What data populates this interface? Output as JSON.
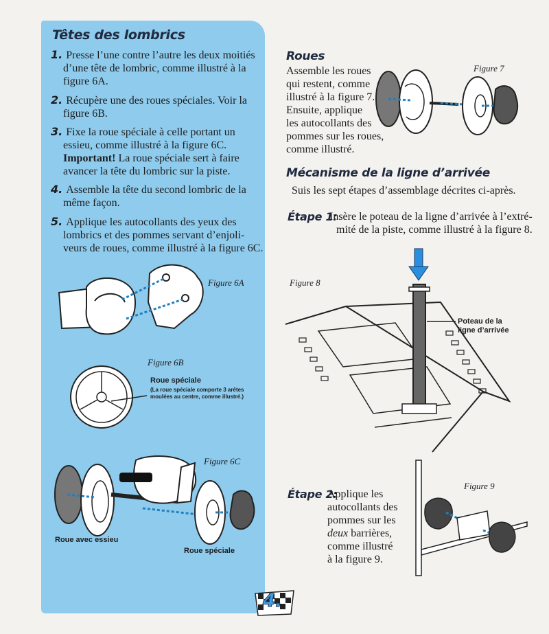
{
  "left": {
    "title": "Têtes des lombrics",
    "steps": [
      {
        "num": "1.",
        "lines": [
          "Presse l’une contre l’autre les deux moitiés",
          "d’une tête de lombric, comme illustré à la",
          "figure 6A."
        ]
      },
      {
        "num": "2.",
        "lines": [
          "Récupère une des roues spéciales. Voir la",
          "figure 6B."
        ]
      },
      {
        "num": "3.",
        "lines": [
          "Fixe la roue spéciale à celle portant un",
          "essieu, comme illustré à la figure 6C.",
          "La roue spéciale sert à faire",
          "avancer la tête du lombric sur la piste."
        ],
        "bold": "Important!"
      },
      {
        "num": "4.",
        "lines": [
          "Assemble la tête du second lombric de la",
          "même façon."
        ]
      },
      {
        "num": "5.",
        "lines": [
          "Applique les autocollants des yeux des",
          "lombrics et des pommes servant d’enjoli-",
          "veurs de roues, comme illustré à la figure 6C."
        ]
      }
    ],
    "fig6a": "Figure 6A",
    "fig6b": "Figure 6B",
    "roue_speciale_title": "Roue spéciale",
    "roue_speciale_note": [
      "(La roue spéciale comporte 3 arêtes",
      "moulées au centre, comme illustré.)"
    ],
    "fig6c": "Figure 6C",
    "roue_essieu": "Roue avec essieu",
    "roue_speciale": "Roue spéciale"
  },
  "right": {
    "roues_title": "Roues",
    "roues_lines": [
      "Assemble les roues",
      "qui restent, comme",
      "illustré à la figure 7.",
      "Ensuite, applique",
      "les autocollants des",
      "pommes sur les roues,",
      "comme illustré."
    ],
    "fig7": "Figure 7",
    "meca_title": "Mécanisme de la ligne d’arrivée",
    "meca_intro": "Suis les sept étapes d’assemblage décrites ci-après.",
    "etape1_label": "Étape 1:",
    "etape1_lines": [
      "Insère le poteau de la ligne d’arrivée à l’extré-",
      "mité de la piste, comme illustré à la figure 8."
    ],
    "fig8": "Figure 8",
    "poteau": [
      "Poteau de la",
      "ligne d’arrivée"
    ],
    "etape2_label": "Étape 2:",
    "etape2_lines": [
      "Applique les",
      "autocollants des",
      "pommes sur les",
      "barrières,",
      "comme illustré",
      "à la figure 9."
    ],
    "etape2_deux": "deux",
    "fig9": "Figure 9"
  },
  "page_number": "4.",
  "colors": {
    "panel": "#8ecbec",
    "dash": "#1f7fc0",
    "arrow": "#2b8fe0",
    "paper": "#f3f2ee"
  }
}
